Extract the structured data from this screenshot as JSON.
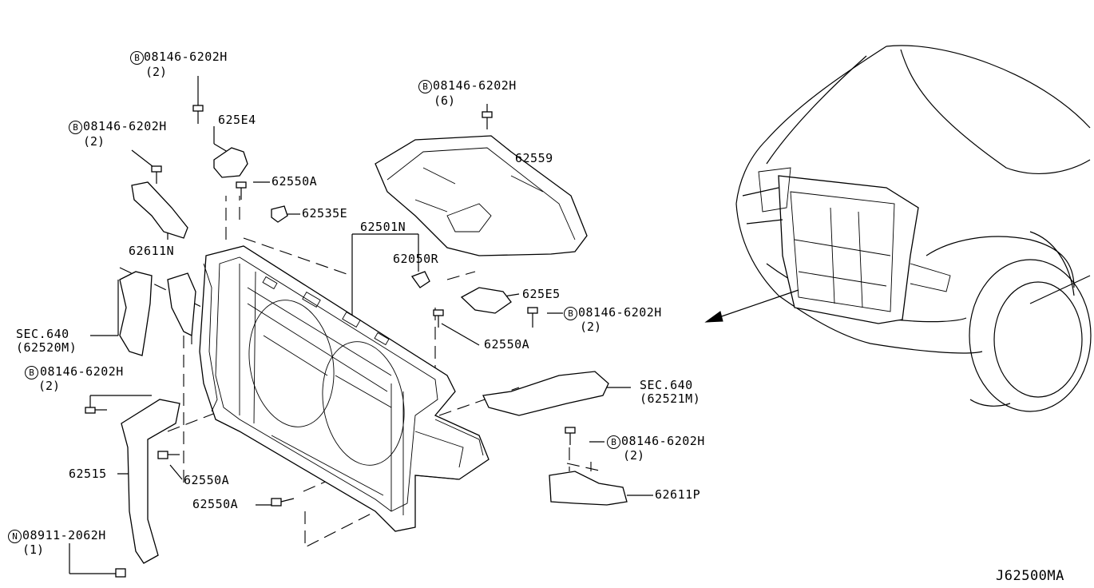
{
  "diagram_code": "J62500MA",
  "callouts": [
    {
      "key": "bolt_top_left",
      "prefix": "B",
      "part": "08146-6202H",
      "qty": "(2)"
    },
    {
      "key": "bolt_left_upper",
      "prefix": "B",
      "part": "08146-6202H",
      "qty": "(2)"
    },
    {
      "key": "bolt_top_mid",
      "prefix": "B",
      "part": "08146-6202H",
      "qty": "(6)"
    },
    {
      "key": "bolt_right_mid",
      "prefix": "B",
      "part": "08146-6202H",
      "qty": "(2)"
    },
    {
      "key": "bolt_left_lower",
      "prefix": "B",
      "part": "08146-6202H",
      "qty": "(2)"
    },
    {
      "key": "bolt_right_lower",
      "prefix": "B",
      "part": "08146-6202H",
      "qty": "(2)"
    },
    {
      "key": "nut_bottom_left",
      "prefix": "N",
      "part": "08911-2062H",
      "qty": "(1)"
    }
  ],
  "parts": {
    "p625E4": "625E4",
    "p62550A_top": "62550A",
    "p62535E": "62535E",
    "p62559": "62559",
    "p62501N": "62501N",
    "p62050R": "62050R",
    "p62611N": "62611N",
    "p625E5": "625E5",
    "p62550A_right": "62550A",
    "p62550A_left": "62550A",
    "p62550A_bottom": "62550A",
    "p62515": "62515",
    "p62611P": "62611P"
  },
  "sections": {
    "sec_left": {
      "label": "SEC.640",
      "code": "(62520M)"
    },
    "sec_right": {
      "label": "SEC.640",
      "code": "(62521M)"
    }
  }
}
